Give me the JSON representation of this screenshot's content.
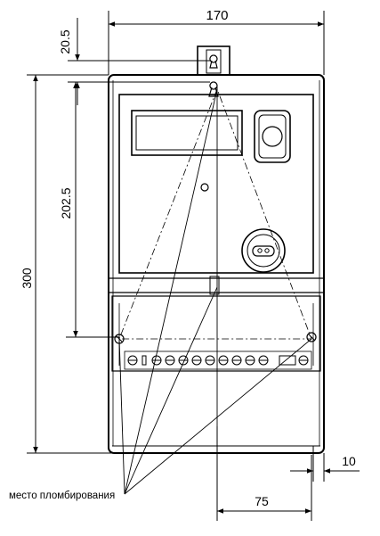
{
  "dimensions": {
    "overall_width": "170",
    "top_offset": "20.5",
    "mounting_height": "202.5",
    "overall_height": "300",
    "bottom_offset": "10",
    "bottom_half_width": "75"
  },
  "labels": {
    "seal_location": "место пломбирования"
  }
}
